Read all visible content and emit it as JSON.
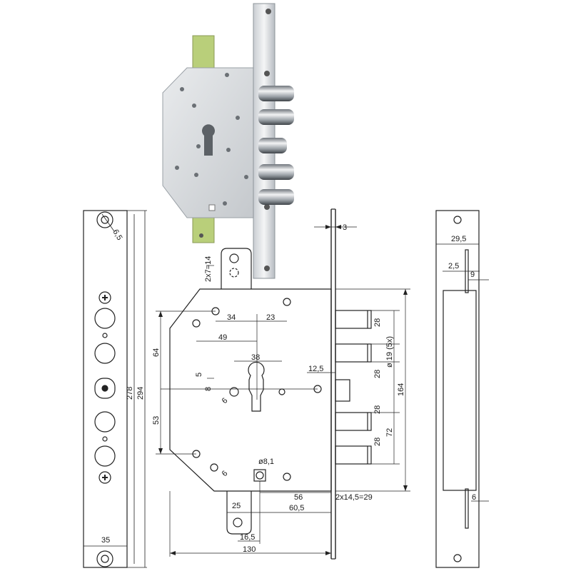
{
  "dimensions": {
    "front_width": "35",
    "front_hole": "6,5",
    "height_278": "278",
    "height_294": "294",
    "thickness": "3",
    "tab_holes": "2x7=14",
    "top_34": "34",
    "top_23": "23",
    "top_49": "49",
    "left_64": "64",
    "left_53": "53",
    "cyl_38": "38",
    "cyl_5": "5",
    "cyl_8": "8",
    "hole_6a": "6",
    "hole_6b": "6",
    "backset_12_5": "12,5",
    "bolt_28a": "28",
    "bolt_28b": "28",
    "bolt_28c": "28",
    "bolt_28d": "28",
    "bolt_dia": "ø 19 (5x)",
    "bolt_72": "72",
    "bolt_164": "164",
    "spindle": "ø8,1",
    "bottom_56": "56",
    "bottom_60_5": "60,5",
    "bottom_2x": "2x14,5=29",
    "bottom_25": "25",
    "bottom_16_5": "16,5",
    "total_130": "130",
    "strike_29_5": "29,5",
    "strike_2_5": "2,5",
    "strike_9": "9",
    "strike_6": "6"
  }
}
